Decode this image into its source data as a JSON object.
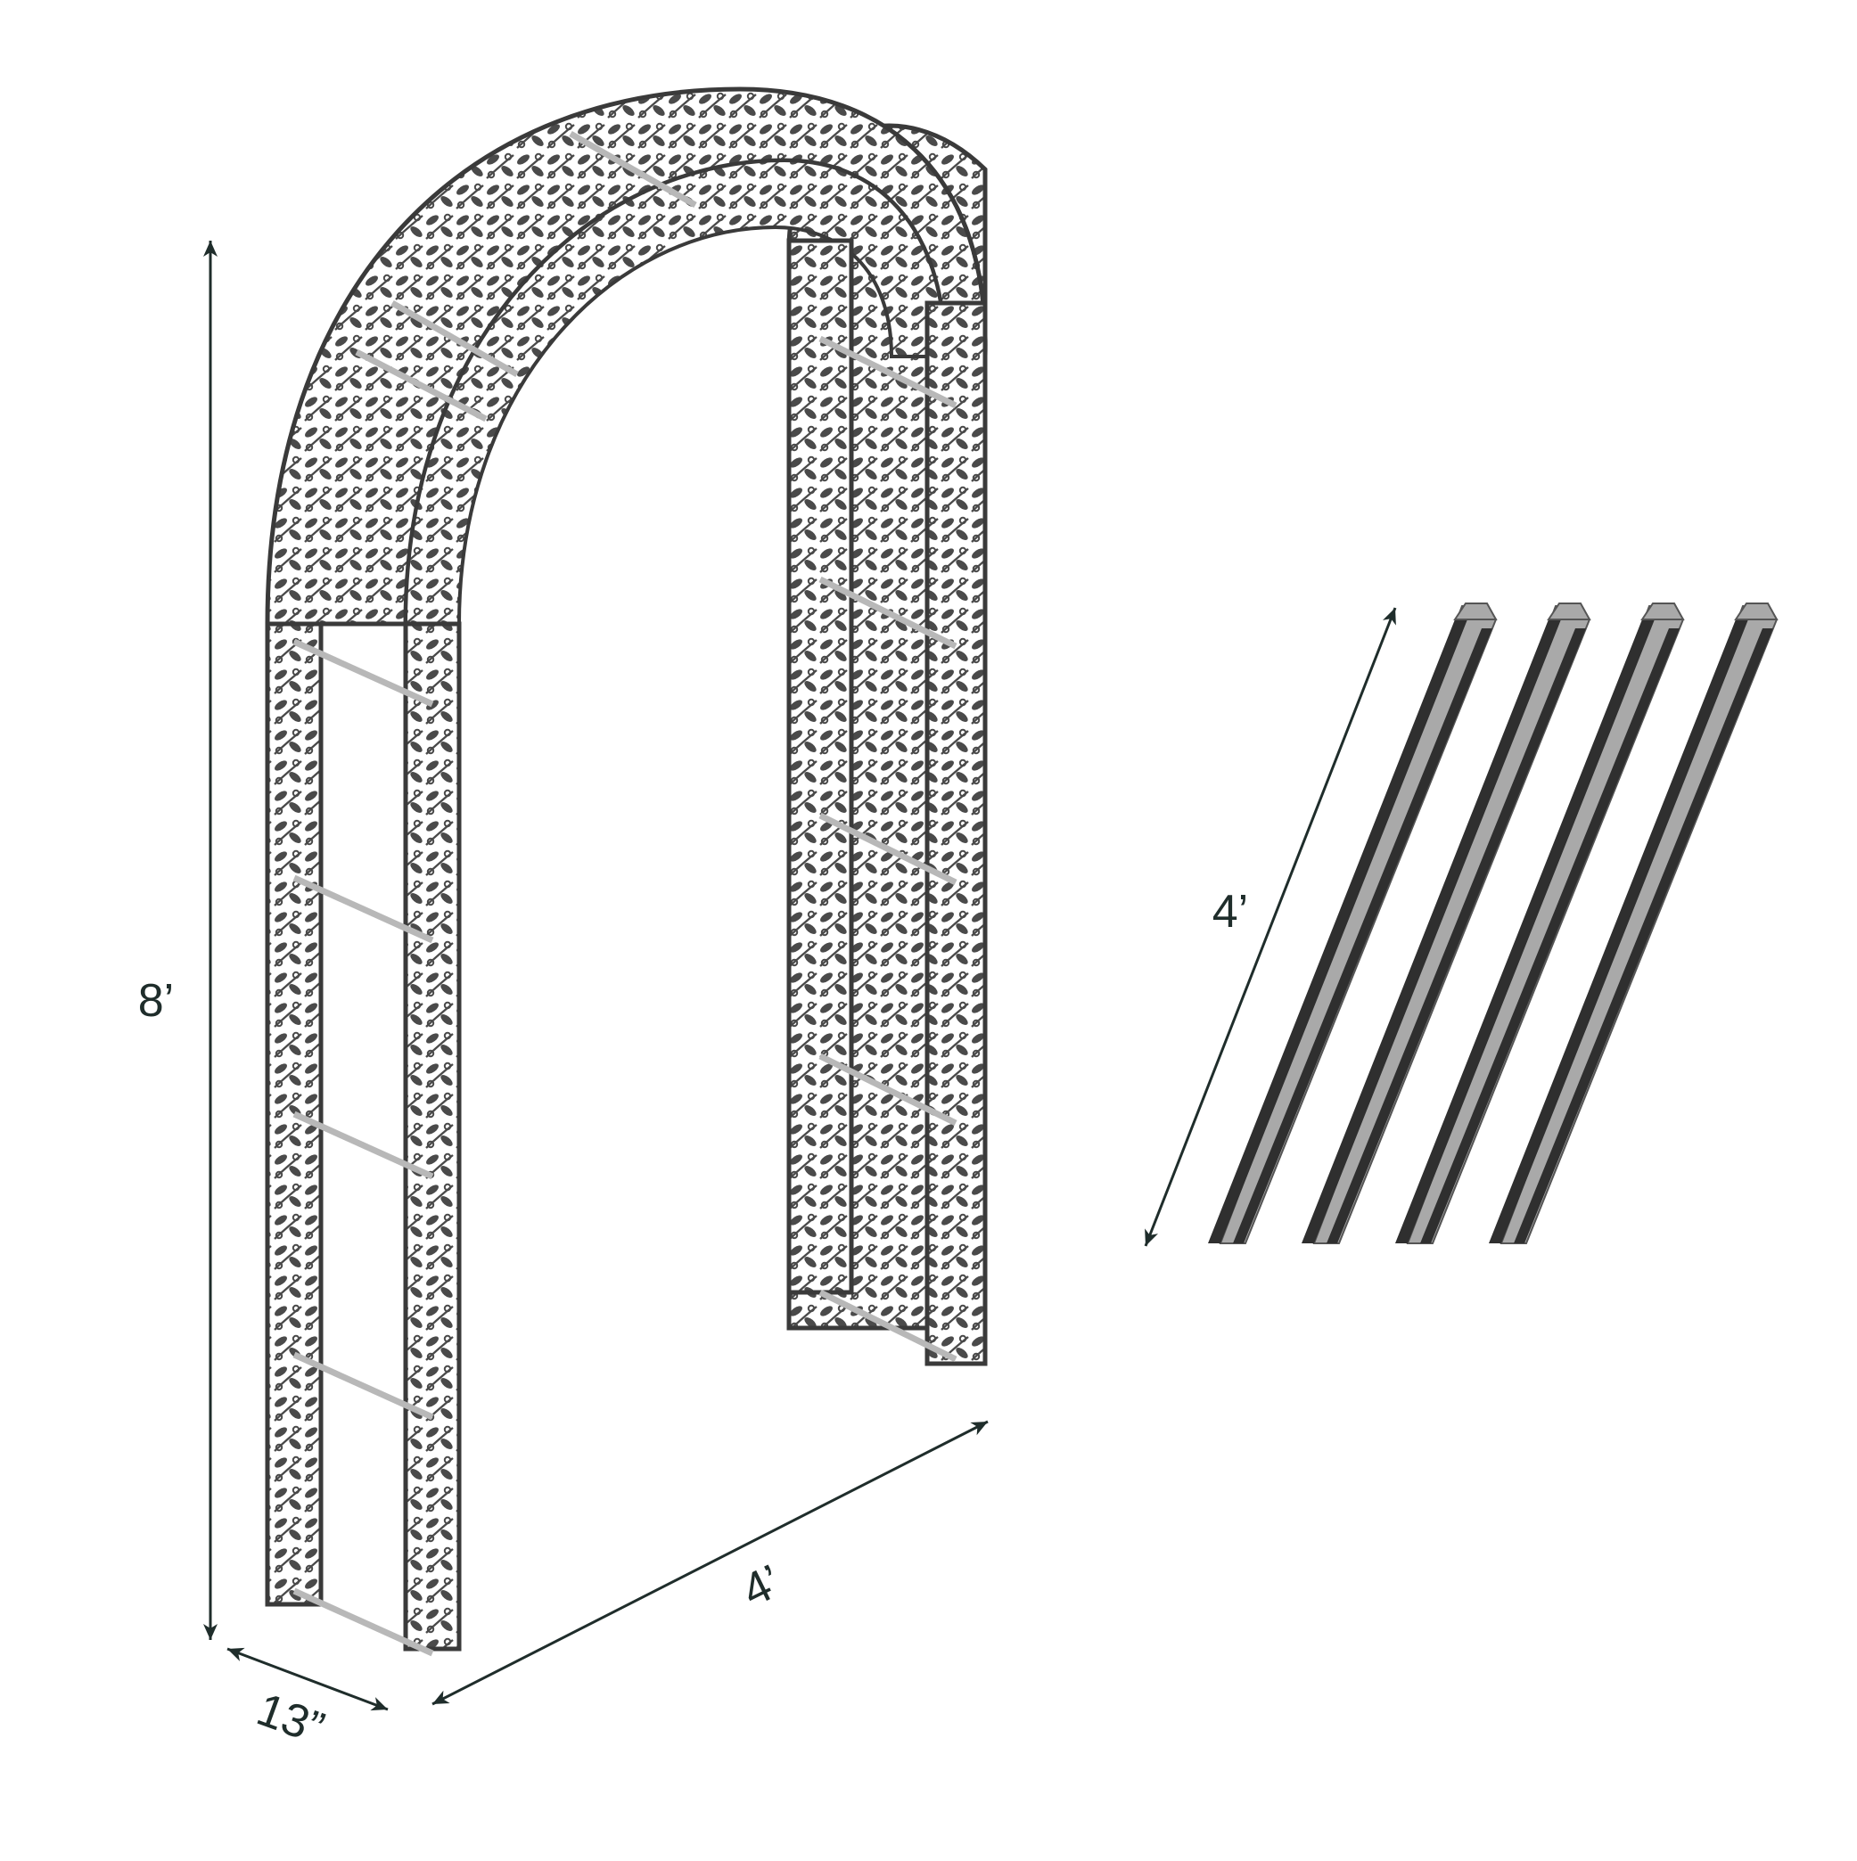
{
  "dimensions": {
    "height_label": "8’",
    "depth_label": "13”",
    "width_label": "4’",
    "stake_length_label": "4’"
  },
  "stakes": {
    "count": 4
  },
  "colors": {
    "dimension_line": "#1f2d2b",
    "metal": "#4a4a4a",
    "metal_dark": "#2e2e2e",
    "metal_light": "#9a9a9a",
    "rung": "#b8b8b8",
    "stake_face": "#2f2f2f",
    "stake_side": "#a9a9a9"
  }
}
